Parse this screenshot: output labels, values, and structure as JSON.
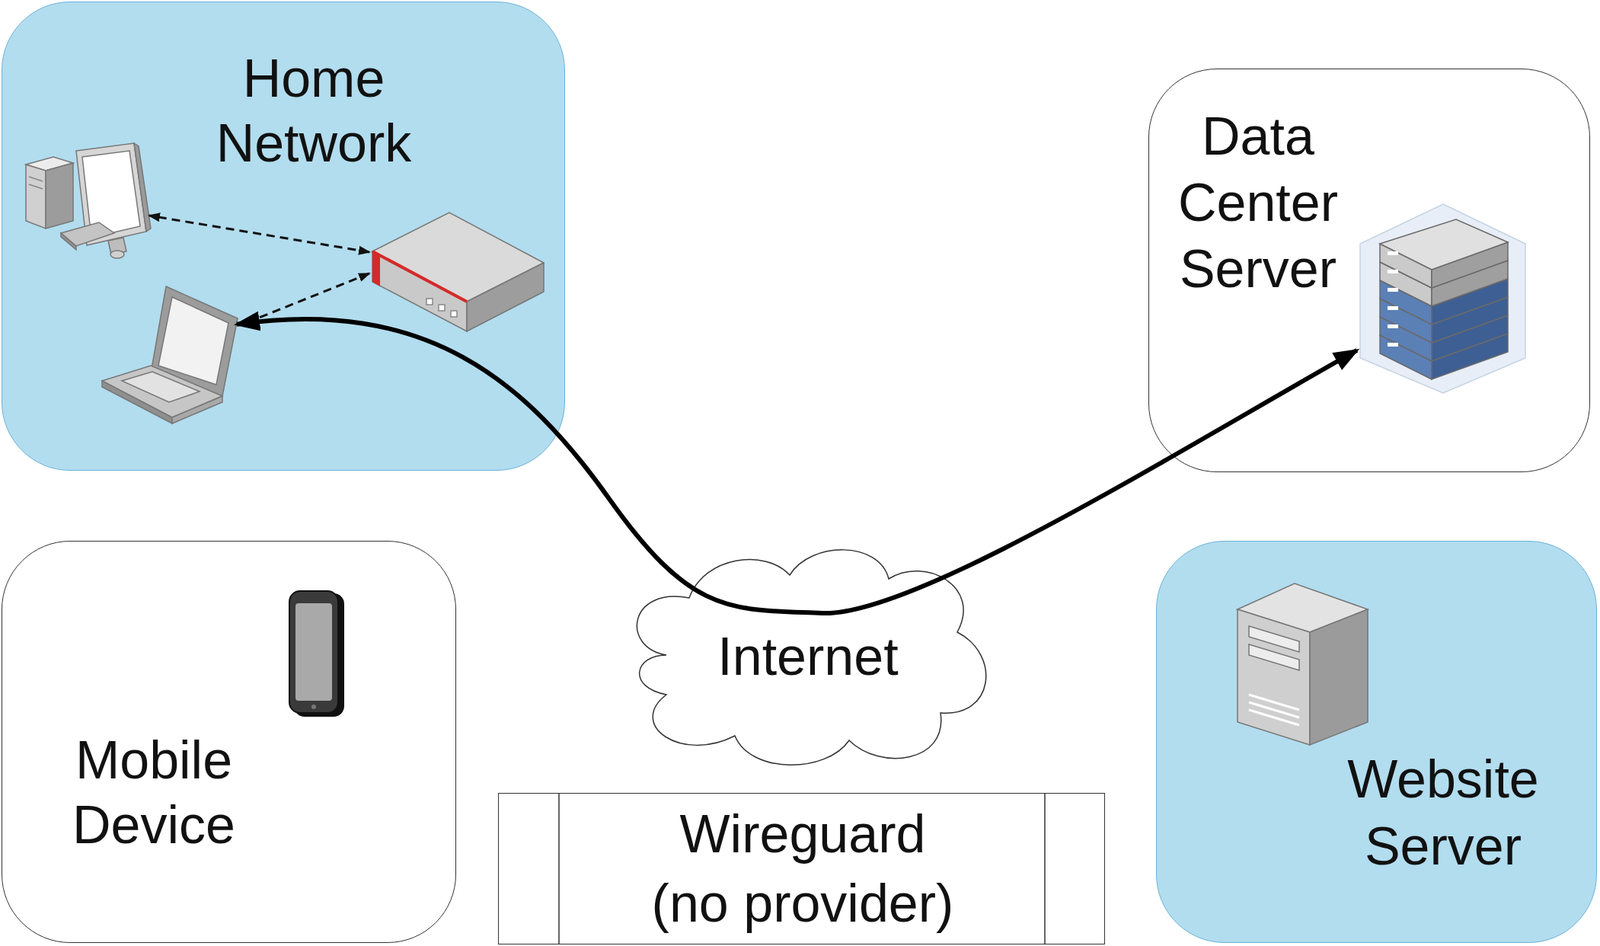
{
  "diagram": {
    "nodes": [
      {
        "text": [
          "Home Network"
        ]
      },
      {
        "text": [
          "Data Center Server"
        ]
      },
      {
        "text": [
          "Mobile Device"
        ]
      },
      {
        "text": [
          "Internet"
        ]
      },
      {
        "text": [
          "Website Server"
        ]
      },
      {
        "text": [
          "Wireguard (no provider)"
        ]
      }
    ],
    "edges": [
      {
        "from": 0,
        "to": 1,
        "arrow": "both"
      }
    ]
  }
}
